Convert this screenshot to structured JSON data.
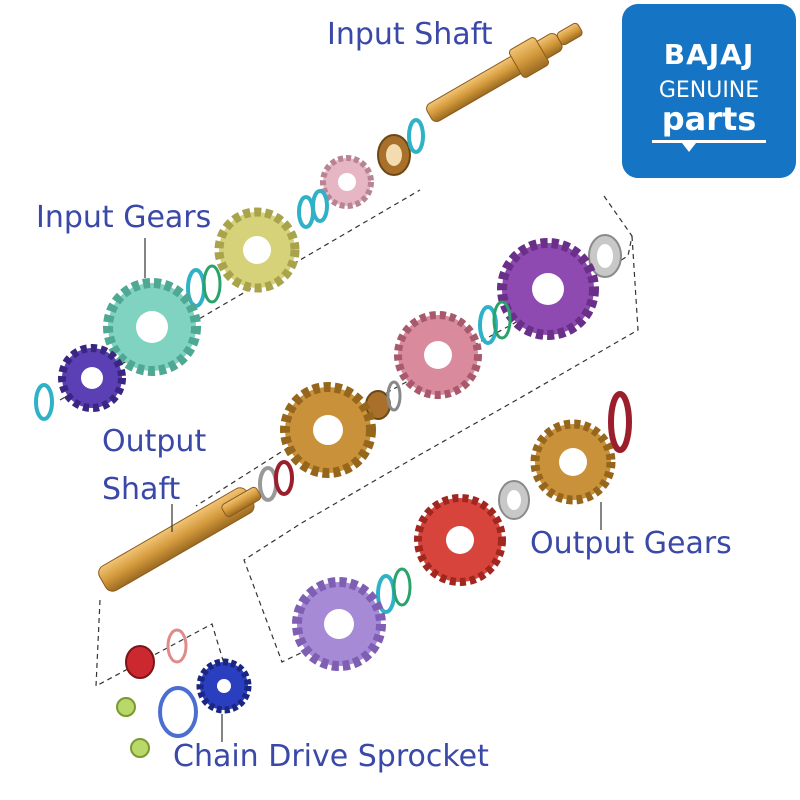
{
  "labels": {
    "input_shaft": "Input Shaft",
    "input_gears": "Input Gears",
    "output_shaft_line1": "Output",
    "output_shaft_line2": "Shaft",
    "output_gears": "Output Gears",
    "chain_drive_sprocket": "Chain Drive Sprocket"
  },
  "logo": {
    "brand": "BAJAJ",
    "line1": "GENUINE",
    "line2": "parts"
  },
  "colors": {
    "label": "#3a48a8",
    "logo_background": "#1674c4",
    "shaft": "#d49a3c",
    "input_gear_teal": "#7fd3c0",
    "input_gear_yellow": "#d6d27a",
    "input_gear_purple": "#5b3fb5",
    "input_gear_pink": "#e6b6c4",
    "output_gear_purple": "#8e4ab0",
    "output_gear_pink": "#d98a9c",
    "output_gear_gold": "#c9923a",
    "output_gear_red": "#d7443c",
    "output_gear_lilac": "#a78ad6",
    "sprocket": "#2a3fc0",
    "washer_teal": "#2fb2c8",
    "washer_dark_red": "#9a1e2c",
    "bolt_green": "#b8d86a",
    "collar_red": "#cc2830",
    "bushing_bronze": "#a8702a",
    "spacer_grey": "#c8c8c8"
  }
}
